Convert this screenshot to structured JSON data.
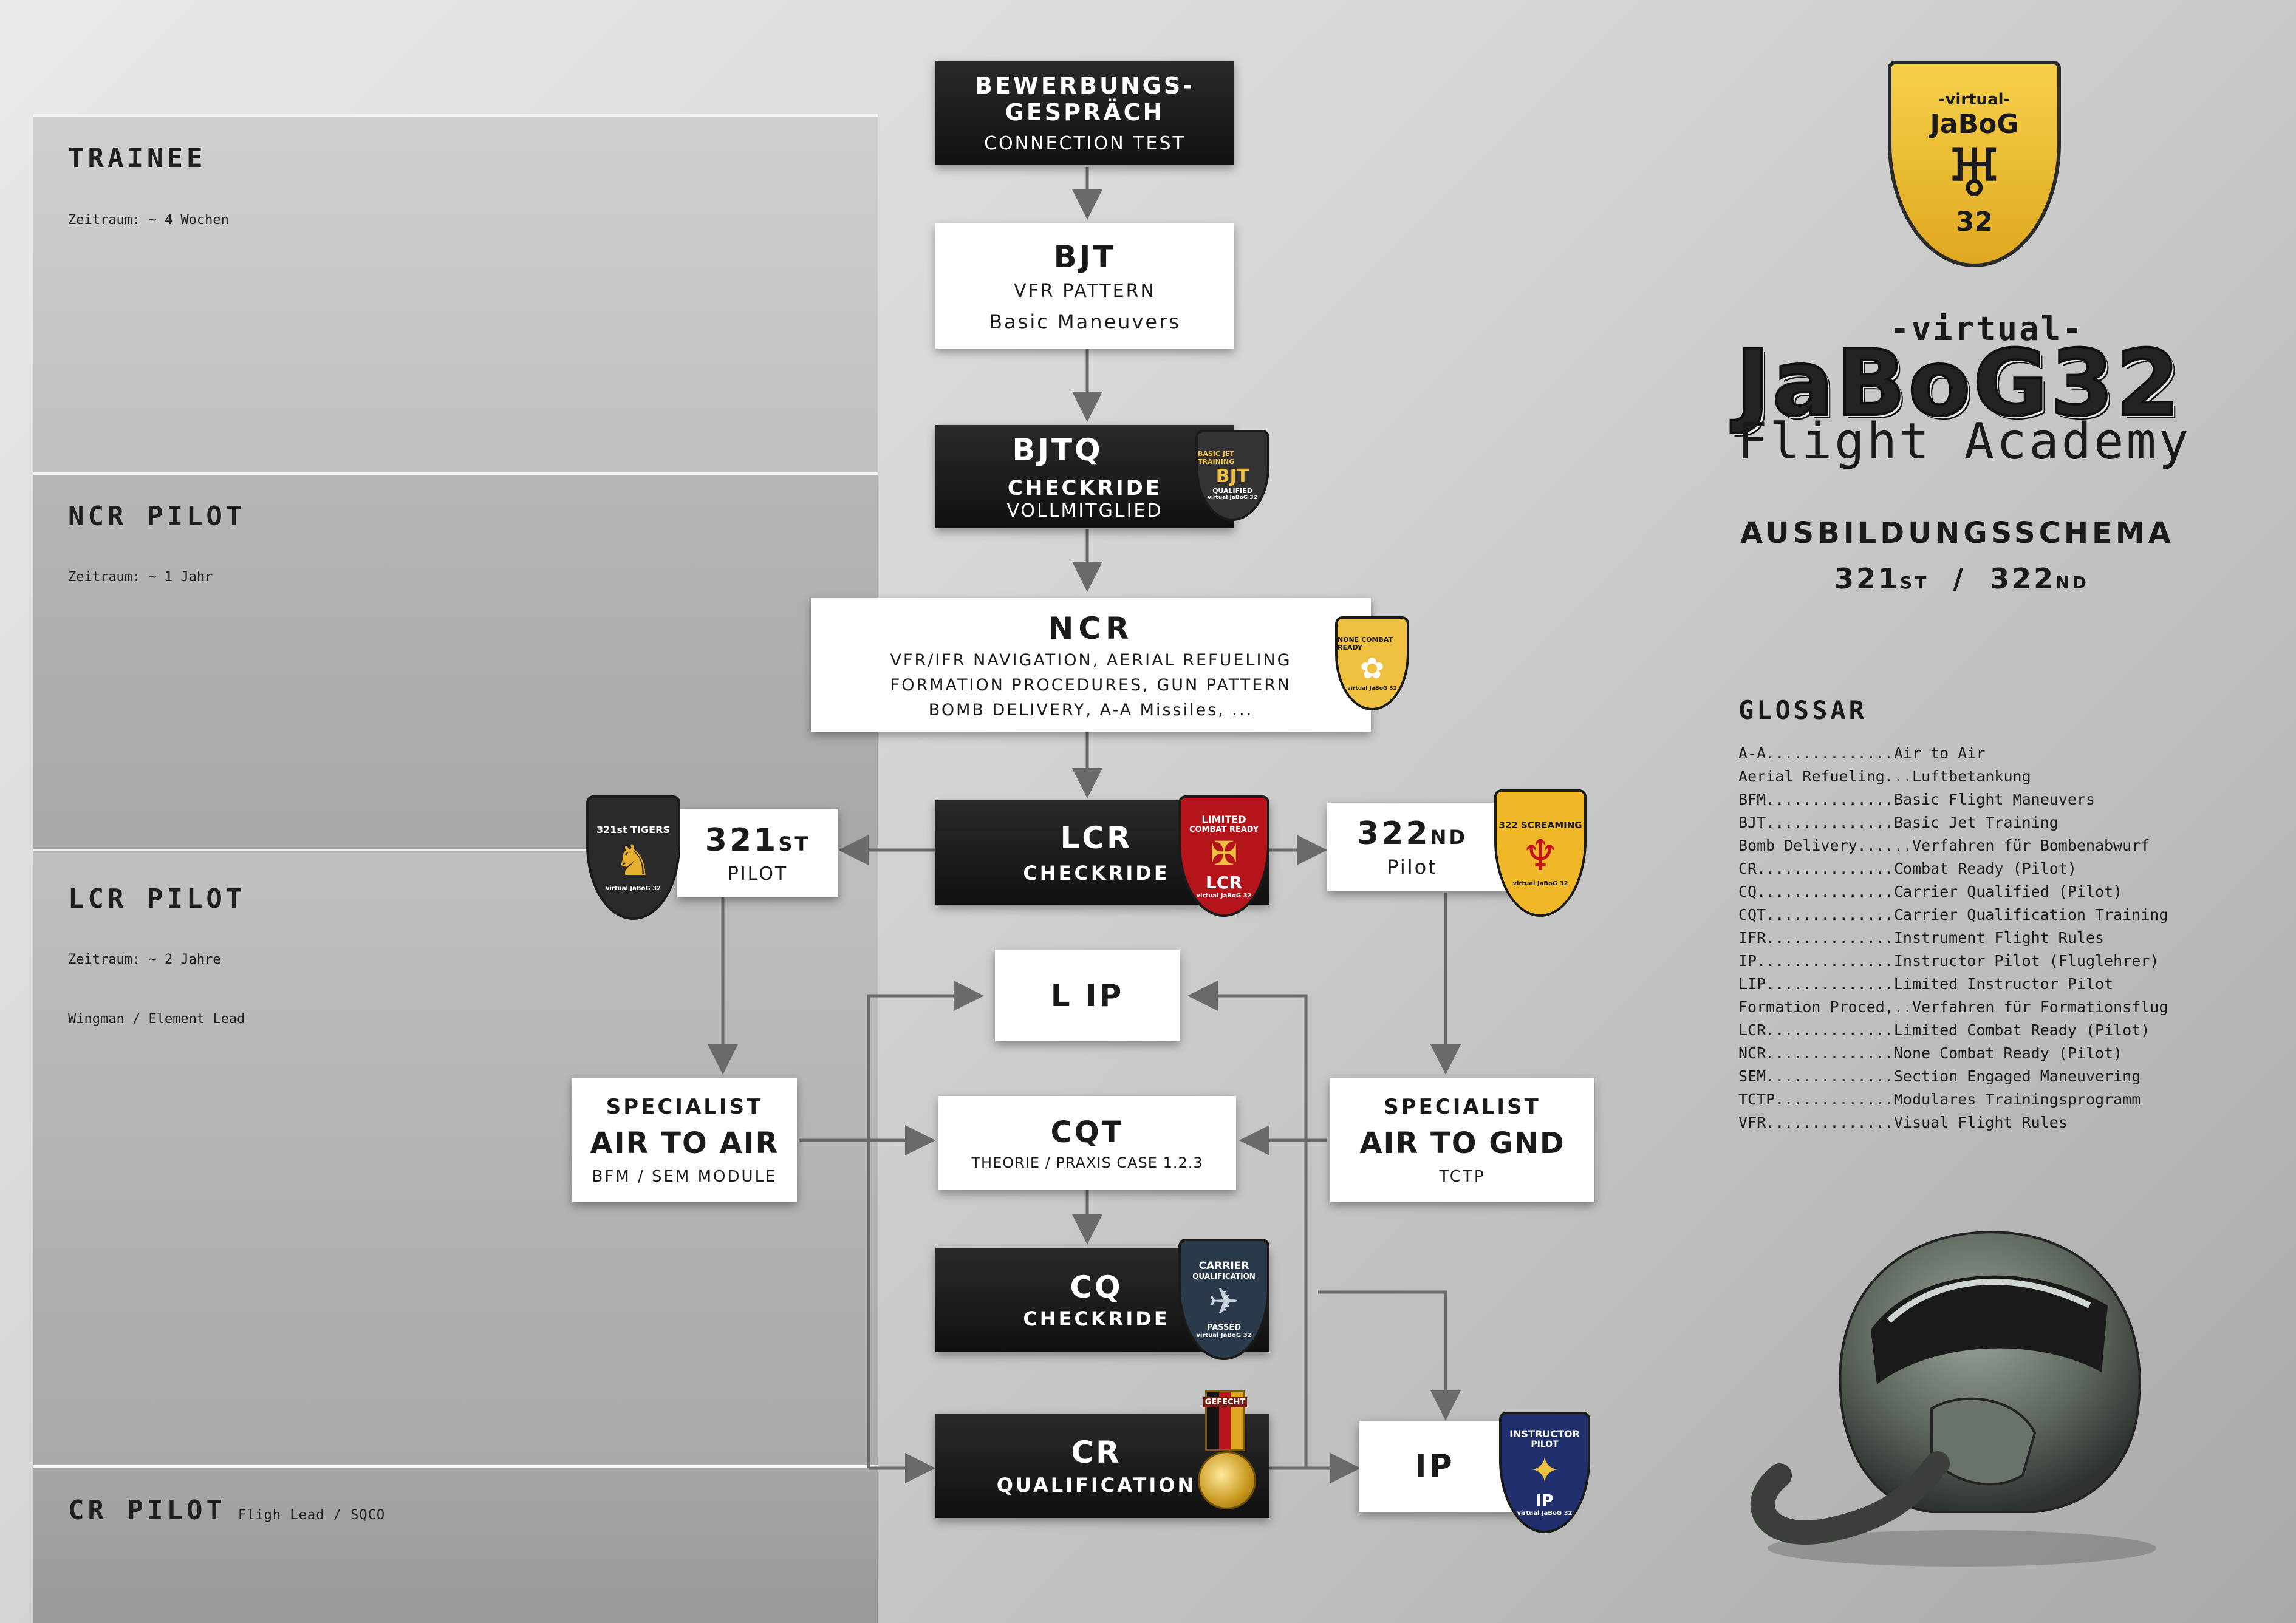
{
  "levels": {
    "trainee": {
      "name": "TRAINEE",
      "duration": "Zeitraum: ~ 4 Wochen"
    },
    "ncr": {
      "name": "NCR PILOT",
      "duration": "Zeitraum: ~ 1 Jahr"
    },
    "lcr": {
      "name": "LCR PILOT",
      "duration": "Zeitraum: ~ 2 Jahre",
      "roles": "Wingman / Element Lead"
    },
    "cr": {
      "name": "CR PILOT",
      "sub": "Fligh Lead / SQCO"
    }
  },
  "boxes": {
    "bewerbung": {
      "line1": "BEWERBUNGS-",
      "line2": "GESPRÄCH",
      "line3": "CONNECTION TEST"
    },
    "bjt": {
      "title": "BJT",
      "line1": "VFR PATTERN",
      "line2": "Basic Maneuvers"
    },
    "bjtq": {
      "title": "BJTQ",
      "line1": "CHECKRIDE",
      "line2": "VOLLMITGLIED"
    },
    "ncr": {
      "title": "NCR",
      "line1": "VFR/IFR NAVIGATION, AERIAL REFUELING",
      "line2": "FORMATION PROCEDURES, GUN PATTERN",
      "line3": "BOMB DELIVERY, A-A Missiles, ..."
    },
    "lcr": {
      "title": "LCR",
      "line1": "CHECKRIDE"
    },
    "p321": {
      "title": "321",
      "sup": "ST",
      "line1": "PILOT"
    },
    "p322": {
      "title": "322",
      "sup": "ND",
      "line1": "Pilot"
    },
    "lip": {
      "title": "L IP"
    },
    "spec_air": {
      "line1": "SPECIALIST",
      "title": "AIR TO AIR",
      "line2": "BFM / SEM MODULE"
    },
    "cqt": {
      "title": "CQT",
      "line1": "THEORIE / PRAXIS CASE 1.2.3"
    },
    "spec_gnd": {
      "line1": "SPECIALIST",
      "title": "AIR TO GND",
      "line2": "TCTP"
    },
    "cq": {
      "title": "CQ",
      "line1": "CHECKRIDE"
    },
    "cr": {
      "title": "CR",
      "line1": "QUALIFICATION"
    },
    "ip": {
      "title": "IP"
    }
  },
  "badges": {
    "bjtq": {
      "top": "BASIC JET TRAINING",
      "main": "BJT",
      "bottom": "QUALIFIED",
      "footer": "virtual JaBoG 32",
      "color": "#2f2f2f"
    },
    "ncr": {
      "top": "NONE COMBAT READY",
      "footer": "virtual JaBoG 32",
      "color": "#f0c040"
    },
    "lcr": {
      "top": "LIMITED",
      "sub": "COMBAT READY",
      "main": "LCR",
      "footer": "virtual JaBoG 32",
      "color": "#b5141a"
    },
    "t321": {
      "top": "321st TIGERS",
      "footer": "virtual JaBoG 32",
      "color": "#2a2a2a"
    },
    "t322": {
      "top": "322 SCREAMING",
      "footer": "virtual JaBoG 32",
      "color": "#f0b828"
    },
    "cq": {
      "top": "CARRIER",
      "sub": "QUALIFICATION",
      "main": "PASSED",
      "footer": "virtual JaBoG 32",
      "color": "#2b3a4a"
    },
    "cr": {
      "top": "GEFECHT",
      "color": "#8a1810"
    },
    "ip": {
      "top": "INSTRUCTOR",
      "sub": "PILOT",
      "main": "IP",
      "footer": "virtual JaBoG 32",
      "color": "#20306e"
    },
    "logo": {
      "top": "-virtual-",
      "main": "JaBoG",
      "num": "32",
      "color": "#f2c130"
    }
  },
  "title": {
    "virtual": "-virtual-",
    "name": "JaBoG32",
    "subtitle": "Flight Academy"
  },
  "schema": {
    "title": "AUSBILDUNGSSCHEMA",
    "n1": "321",
    "s1": "ST",
    "sep": "/",
    "n2": "322",
    "s2": "ND"
  },
  "glossary": {
    "title": "GLOSSAR",
    "entries": [
      "A-A..............Air to Air",
      "Aerial Refueling...Luftbetankung",
      "BFM..............Basic Flight Maneuvers",
      "BJT..............Basic Jet Training",
      "Bomb Delivery......Verfahren für Bombenabwurf",
      "CR...............Combat Ready (Pilot)",
      "CQ...............Carrier Qualified (Pilot)",
      "CQT..............Carrier Qualification Training",
      "IFR..............Instrument Flight Rules",
      "IP...............Instructor Pilot (Fluglehrer)",
      "LIP..............Limited Instructor Pilot",
      "Formation Proced,..Verfahren für Formationsflug",
      "LCR..............Limited Combat Ready (Pilot)",
      "NCR..............None Combat Ready (Pilot)",
      "SEM..............Section Engaged Maneuvering",
      "TCTP.............Modulares Trainingsprogramm",
      "VFR..............Visual Flight Rules"
    ]
  },
  "colors": {
    "arrow": "#6a6a6a",
    "dark_box": "#161616",
    "light_box": "#ffffff"
  }
}
